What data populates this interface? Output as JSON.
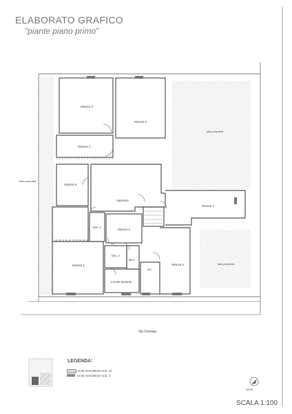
{
  "header": {
    "title": "ELABORATO GRAFICO",
    "subtitle": "\"piante piano primo\""
  },
  "rooms": {
    "stanza3_top": "Stanza 3",
    "stanza6": "Stanza 6",
    "stanza4": "Stanza 4",
    "stanza5": "Stanza 5",
    "ingresso": "Ingresso",
    "stanza1_right": "Stanza 1",
    "dis1": "Dis. 1",
    "stanza2_mid": "Stanza 2",
    "dis2": "Dis. 2",
    "wc1": "W.C.",
    "wc2": "w.c.",
    "stanza1_left": "Stanza 1",
    "stanza2_right": "Stanza 2",
    "locale_lavatoio": "Locale lavatoio"
  },
  "areas": {
    "altra_proprieta_top": "altra proprietà",
    "altra_proprieta_left": "altra proprietà",
    "altra_proprieta_right": "altra proprietà"
  },
  "street": "Via Onorato",
  "legend": {
    "title": "LEGENDA:",
    "items": [
      {
        "label": "Unità immobiliare sub. 16",
        "color": "#d6d6d6"
      },
      {
        "label": "Unità immobiliare sub. 4",
        "color": "#8d8d8d"
      }
    ]
  },
  "scale": "SCALA 1:100",
  "north": "NORD",
  "colors": {
    "line": "#555555",
    "hatch": "#b5b5b5",
    "text": "#7a7a7a"
  }
}
